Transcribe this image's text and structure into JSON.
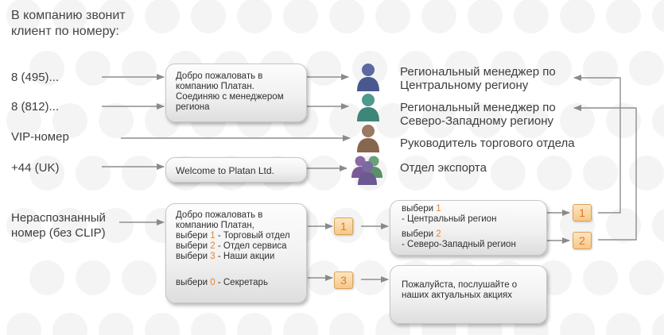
{
  "title": [
    "В компанию звонит",
    "клиент по номеру:"
  ],
  "sources": [
    {
      "label": "8 (495)..."
    },
    {
      "label": "8 (812)..."
    },
    {
      "label": "VIP-номер"
    },
    {
      "label": "+44 (UK)"
    },
    {
      "lines": [
        "Нераспознанный",
        "номер (без CLIP)"
      ]
    }
  ],
  "boxes": {
    "welcome_ru": [
      "Добро пожаловать в",
      "компанию Платан.",
      "Соединяю с менеджером",
      "региона"
    ],
    "welcome_en": "Welcome to Platan Ltd.",
    "ivr_menu": {
      "intro": [
        "Добро пожаловать в",
        "компанию Платан,"
      ],
      "options": [
        {
          "prefix": "выбери ",
          "num": "1",
          "suffix": " - Торговый отдел"
        },
        {
          "prefix": "выбери ",
          "num": "2",
          "suffix": " - Отдел сервиса"
        },
        {
          "prefix": "выбери ",
          "num": "3",
          "suffix": " - Наши акции"
        }
      ],
      "secretary": {
        "prefix": "выбери ",
        "num": "0",
        "suffix": " - Секретарь"
      }
    },
    "region_menu": {
      "opt1": {
        "prefix": "выбери ",
        "num": "1",
        "detail": "- Центральный регион"
      },
      "opt2": {
        "prefix": "выбери ",
        "num": "2",
        "detail": " - Северо-Западный регион"
      }
    },
    "promo": [
      "Пожалуйста, послушайте о",
      "наших актуальных акциях"
    ]
  },
  "keys": {
    "k1_main": "1",
    "k3_main": "3",
    "k1_region": "1",
    "k2_region": "2"
  },
  "destinations": [
    {
      "lines": [
        "Региональный менеджер по",
        "Центральному региону"
      ],
      "icon": "person-blue-icon"
    },
    {
      "lines": [
        "Региональный менеджер по",
        "Северо-Западному региону"
      ],
      "icon": "person-teal-icon"
    },
    {
      "lines": [
        "Руководитель торгового отдела"
      ],
      "icon": "person-brown-icon"
    },
    {
      "lines": [
        "Отдел экспорта"
      ],
      "icon": "people-group-icon"
    }
  ],
  "colors": {
    "accent_orange": "#e8822a",
    "key_fill": "#f6c88a",
    "person_blue": "#5b6aa0",
    "person_teal": "#4e9a8c",
    "person_brown": "#9a7a62",
    "person_purple": "#8a6aa6",
    "person_green": "#6aa078",
    "arrow": "#8a8a8a"
  }
}
